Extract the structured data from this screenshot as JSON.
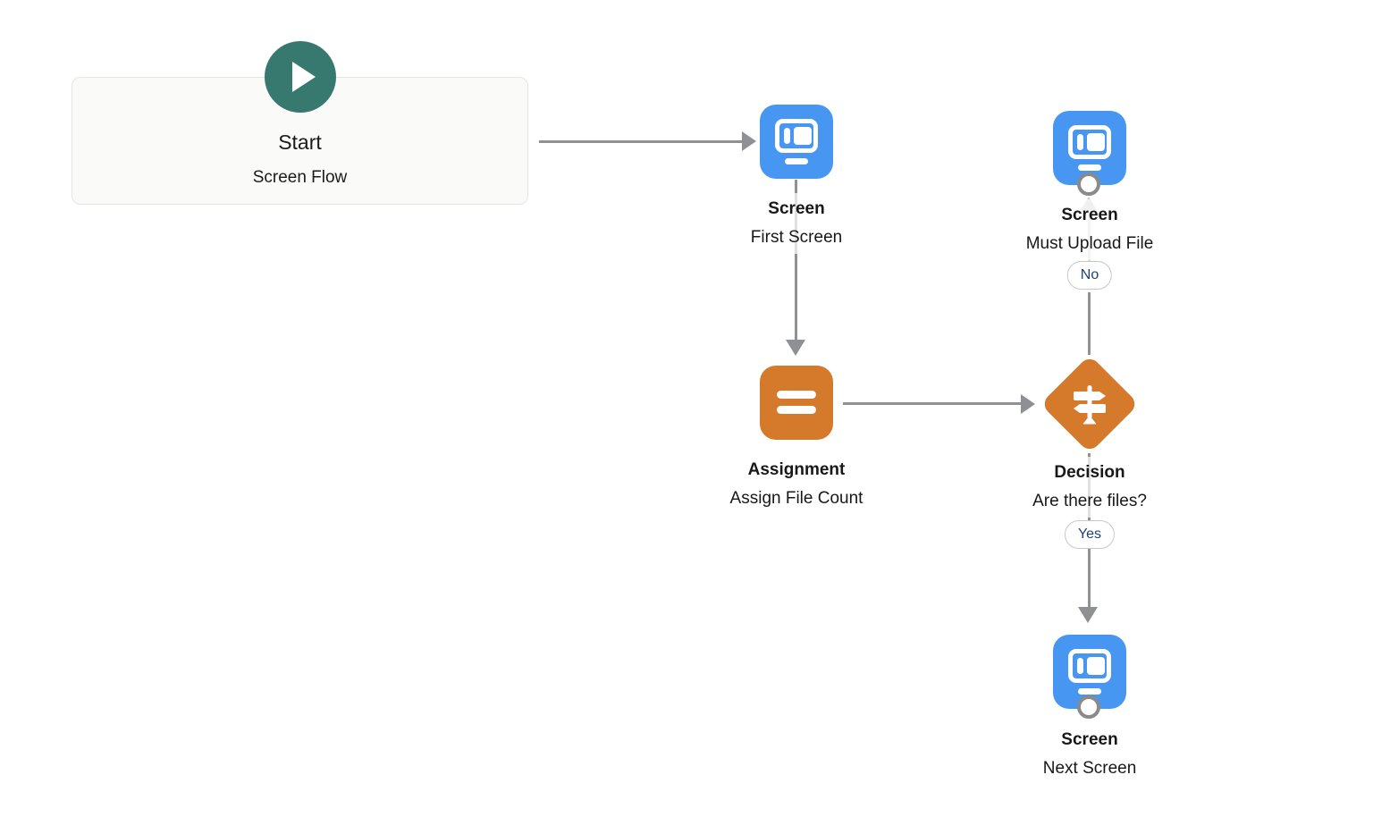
{
  "flow": {
    "start": {
      "label": "Start",
      "type_label": "Screen Flow"
    },
    "nodes": [
      {
        "id": "first_screen",
        "element_type": "Screen",
        "name": "First Screen",
        "icon": "screen-monitor-icon",
        "color": "#4797F2"
      },
      {
        "id": "assignment",
        "element_type": "Assignment",
        "name": "Assign File Count",
        "icon": "assignment-equals-icon",
        "color": "#D5792B"
      },
      {
        "id": "decision",
        "element_type": "Decision",
        "name": "Are there files?",
        "icon": "decision-signpost-icon",
        "color": "#D5792B"
      },
      {
        "id": "must_upload_file",
        "element_type": "Screen",
        "name": "Must Upload File",
        "icon": "screen-monitor-icon",
        "color": "#4797F2"
      },
      {
        "id": "next_screen",
        "element_type": "Screen",
        "name": "Next Screen",
        "icon": "screen-monitor-icon",
        "color": "#4797F2"
      }
    ],
    "branches": {
      "no_label": "No",
      "yes_label": "Yes"
    },
    "colors": {
      "start_teal": "#38796F",
      "screen_blue": "#4797F2",
      "action_orange": "#D5792B",
      "connector_gray": "#909194",
      "connector_faded": "#D4D4D4",
      "badge_text_navy": "#1D4374",
      "canvas_background": "#FFFFFF",
      "start_card_background": "#FAFAF9"
    }
  }
}
